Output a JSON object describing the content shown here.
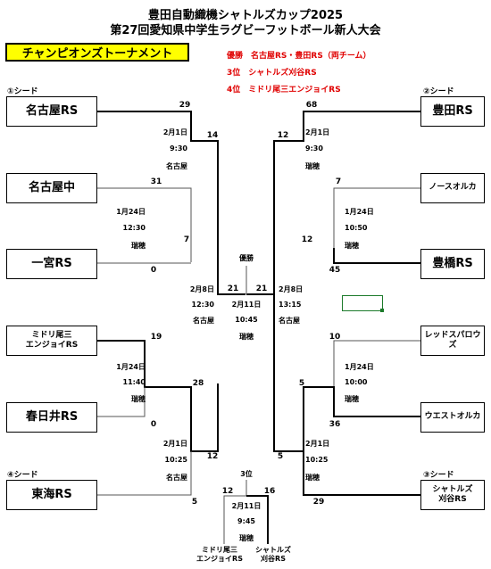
{
  "header": {
    "title_line1": "豊田自動織機シャトルズカップ2025",
    "title_line2": "第27回愛知県中学生ラグビーフットボール新人大会"
  },
  "banner": "チャンピオンズトーナメント",
  "results": {
    "first": "優勝　名古屋RS・豊田RS（両チーム）",
    "third": "3位　シャトルズ刈谷RS",
    "fourth": "4位　ミドリ尾三エンジョイRS"
  },
  "seeds": {
    "s1": "①シード",
    "s2": "②シード",
    "s3": "③シード",
    "s4": "④シード"
  },
  "teams": {
    "nagoya_rs": "名古屋RS",
    "nagoya_chu": "名古屋中",
    "ichinomiya": "一宮RS",
    "midori_l1": "ミドリ尾三",
    "midori_l2": "エンジョイRS",
    "kasugai": "春日井RS",
    "tokai": "東海RS",
    "toyota": "豊田RS",
    "north": "ノースオルカ",
    "toyohashi": "豊橋RS",
    "reds": "レッドスパロウズ",
    "west": "ウエストオルカ",
    "shuttles_l1": "シャトルズ",
    "shuttles_l2": "刈谷RS"
  },
  "scores": {
    "nagoya_rs": "29",
    "nagoya_chu": "31",
    "ichinomiya": "0",
    "m1_win": "7",
    "left_semi_top": "14",
    "midori": "19",
    "kasugai": "0",
    "m2_win": "28",
    "tokai": "5",
    "left_semi_bottom": "12",
    "final_left": "21",
    "final_right": "21",
    "toyota": "68",
    "north": "7",
    "toyohashi": "45",
    "m3_win": "12",
    "right_semi_top": "12",
    "reds": "10",
    "west": "36",
    "m4_win": "5",
    "shuttles": "29",
    "right_semi_bottom": "5",
    "third_left": "12",
    "third_right": "16"
  },
  "matches": {
    "l_qf": {
      "date": "1月24日",
      "time": "12:30",
      "venue": "瑞穂"
    },
    "l_sf": {
      "date": "2月1日",
      "time": "9:30",
      "venue": "名古屋"
    },
    "l_qf2": {
      "date": "1月24日",
      "time": "11:40",
      "venue": "瑞穂"
    },
    "l_sf2": {
      "date": "2月1日",
      "time": "10:25",
      "venue": "名古屋"
    },
    "l_side": {
      "date": "2月8日",
      "time": "12:30",
      "venue": "名古屋"
    },
    "final": {
      "label": "優勝",
      "date": "2月11日",
      "time": "10:45",
      "venue": "瑞穂"
    },
    "r_side": {
      "date": "2月8日",
      "time": "13:15",
      "venue": "名古屋"
    },
    "r_sf": {
      "date": "2月1日",
      "time": "9:30",
      "venue": "瑞穂"
    },
    "r_qf": {
      "date": "1月24日",
      "time": "10:50",
      "venue": "瑞穂"
    },
    "r_qf2": {
      "date": "1月24日",
      "time": "10:00",
      "venue": "瑞穂"
    },
    "r_sf2": {
      "date": "2月1日",
      "time": "10:25",
      "venue": "瑞穂"
    },
    "third": {
      "label": "3位",
      "date": "2月11日",
      "time": "9:45",
      "venue": "瑞穂",
      "left_l1": "ミドリ尾三",
      "left_l2": "エンジョイRS",
      "right_l1": "シャトルズ",
      "right_l2": "刈谷RS"
    }
  },
  "colors": {
    "banner": "#ffff00",
    "results": "#e00000",
    "cell": "#1b7a2a"
  }
}
